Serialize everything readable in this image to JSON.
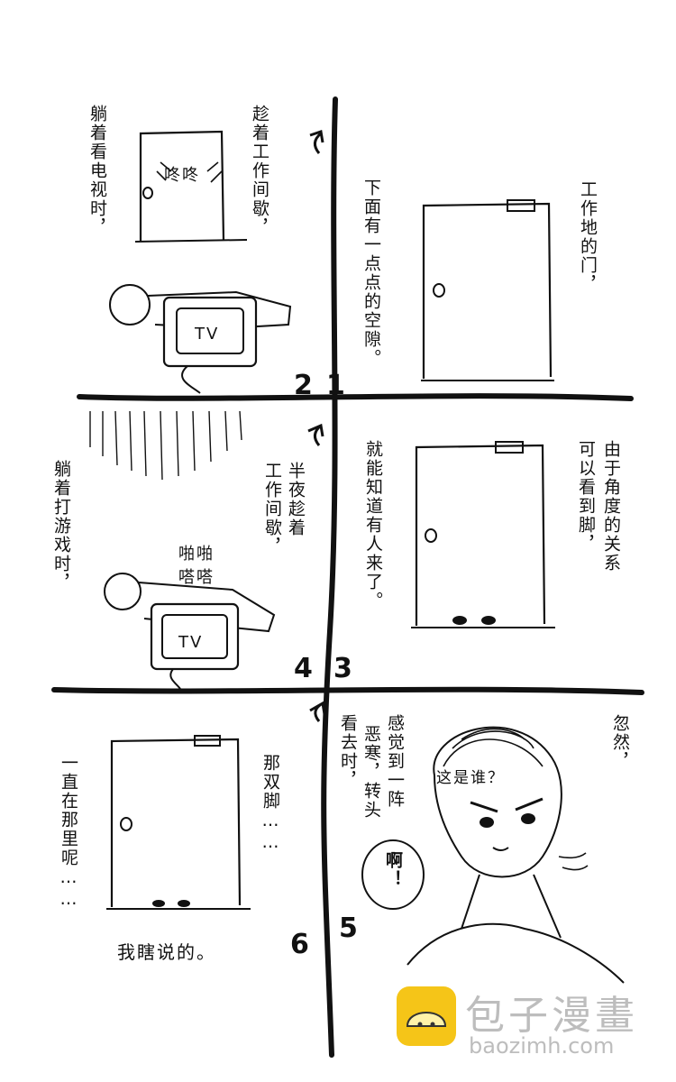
{
  "panels": {
    "p1": {
      "number": "1",
      "text_col1": "工作地的门，",
      "text_col2": "下面有一点点的空隙。"
    },
    "p2": {
      "number": "2",
      "text_col1": "趁着工作间歇，",
      "text_col2": "躺着看电视时，",
      "sfx": "咚咚",
      "tv_label": "TV"
    },
    "p3": {
      "number": "3",
      "text_col1": "由于角度的关系",
      "text_col2": "可以看到脚，",
      "text_col3": "就能知道有人来了。"
    },
    "p4": {
      "number": "4",
      "text_col1": "半夜趁着",
      "text_col2": "工作间歇，",
      "text_col3": "躺着打游戏时，",
      "sfx_col1": "啪啪",
      "sfx_col2": "嗒嗒",
      "tv_label": "TV"
    },
    "p5": {
      "number": "5",
      "text_col1": "忽然，",
      "text_col2": "感觉到一阵",
      "text_col3": "恶寒，转头",
      "text_col4": "看去时，",
      "bubble_thought": "这是谁？",
      "bubble_shout": "啊！"
    },
    "p6": {
      "number": "6",
      "text_col1": "那双脚……",
      "text_col2": "一直在那里呢……",
      "caption": "我瞎说的。"
    }
  },
  "watermark": {
    "title": "包子漫畫",
    "url": "baozimh.com"
  },
  "colors": {
    "ink": "#111111",
    "paper": "#ffffff",
    "watermark_yellow": "#f5c518",
    "watermark_gray": "#bdbdbd"
  }
}
